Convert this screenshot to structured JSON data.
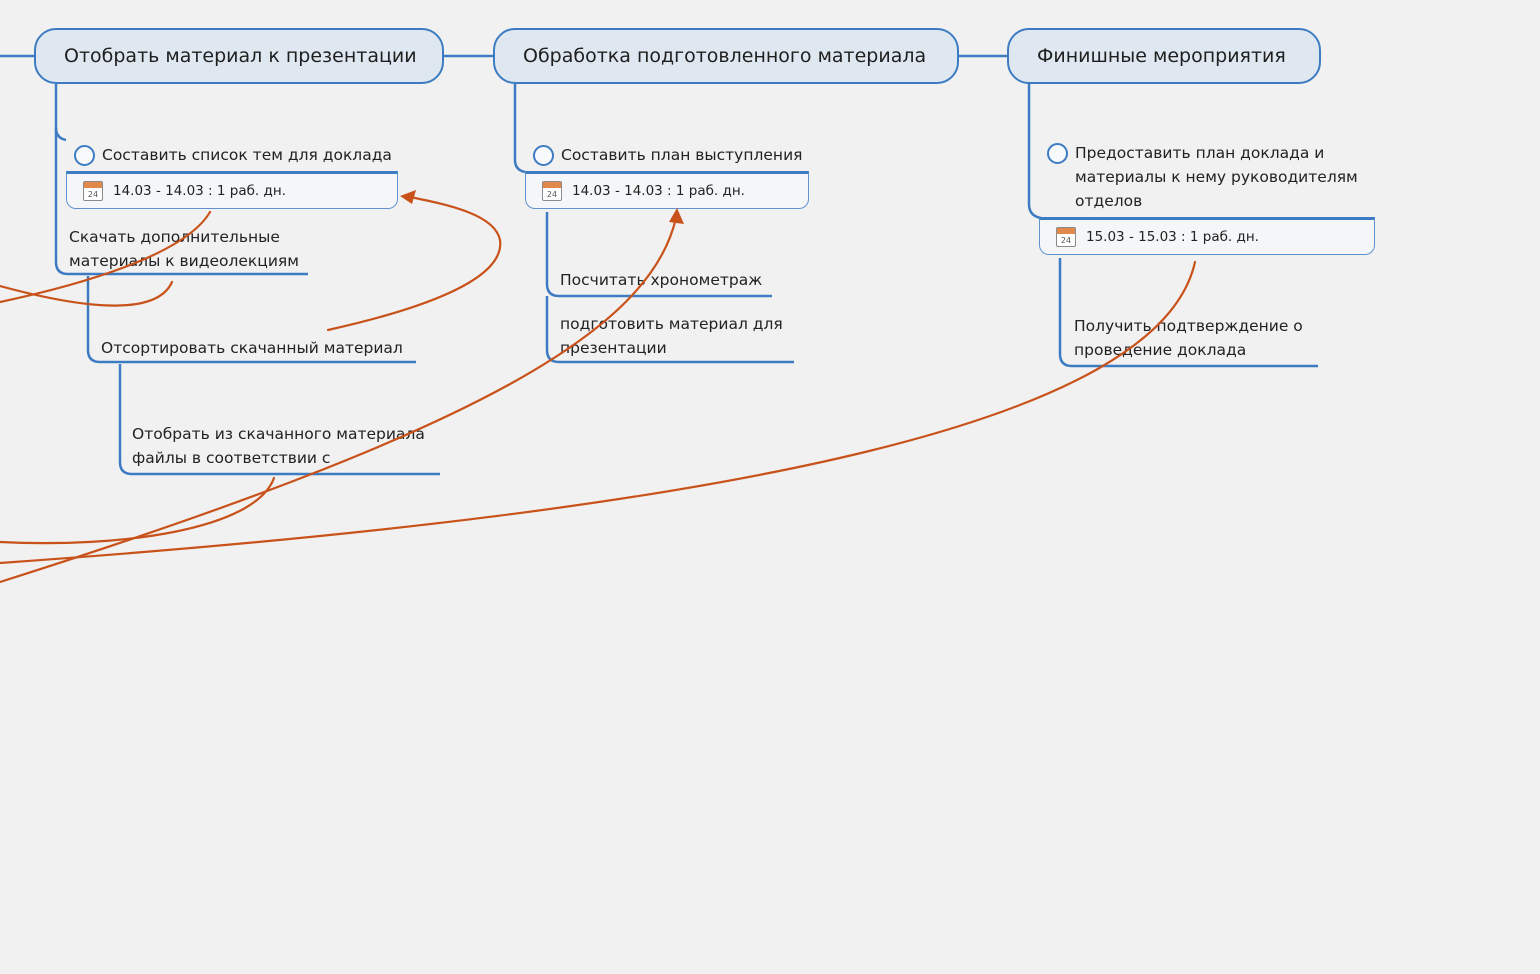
{
  "topics": [
    {
      "label": "Отобрать материал к презентации"
    },
    {
      "label": "Обработка подготовленного материала"
    },
    {
      "label": "Финишные мероприятия"
    }
  ],
  "tasks": [
    {
      "label": "Составить список тем для доклада",
      "date": "14.03 - 14.03 : 1 раб. дн."
    },
    {
      "label": "Составить план выступления",
      "date": "14.03 - 14.03 : 1 раб. дн."
    },
    {
      "label_lines": [
        "Предоставить план доклада и",
        "материалы к нему руководителям",
        "отделов"
      ],
      "date": "15.03 - 15.03 : 1 раб. дн."
    }
  ],
  "subtopics": [
    {
      "lines": [
        "Скачать дополнительные",
        "материалы к видеолекциям"
      ]
    },
    {
      "lines": [
        "Отсортировать скачанный материал"
      ]
    },
    {
      "lines": [
        "Отобрать из скачанного материала",
        "файлы в соответствии с"
      ]
    },
    {
      "lines": [
        "Посчитать хронометраж"
      ]
    },
    {
      "lines": [
        "подготовить материал для",
        "презентации"
      ]
    },
    {
      "lines": [
        "Получить подтверждение о",
        "проведение доклада"
      ]
    }
  ],
  "calendar_icon_day": "24",
  "colors": {
    "branch": "#3d7cc2",
    "topic_fill": "#dfe8f0",
    "relationship": "#c8521a",
    "background": "#f1f1f1"
  }
}
